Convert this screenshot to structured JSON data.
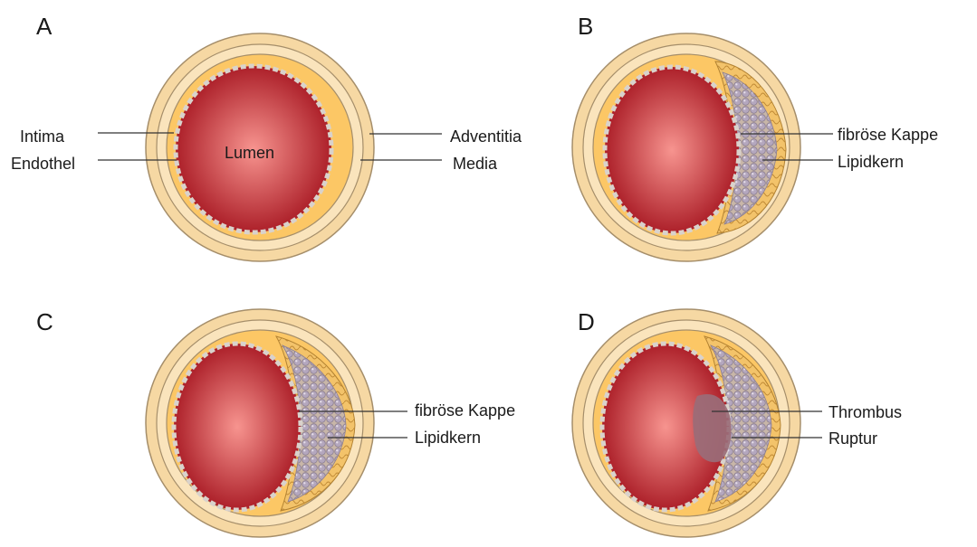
{
  "colors": {
    "adventitia": "#F6D8A3",
    "media": "#FAE4BC",
    "intima": "#FCC765",
    "ring_stroke": "#A58E6A",
    "lumen_center": "#F7948F",
    "lumen_edge": "#A5141F",
    "endothel": "#D9D2CC",
    "lipid": "#B4A7BE",
    "cap": "#F3C36A",
    "thrombus": "#9A6C78"
  },
  "panels": [
    {
      "letter": "A",
      "stage": "normal",
      "lumen_label": "Lumen",
      "left_labels": [
        "Intima",
        "Endothel"
      ],
      "right_labels": [
        "Adventitia",
        "Media"
      ]
    },
    {
      "letter": "B",
      "stage": "fibrous-plaque",
      "right_labels": [
        "fibröse Kappe",
        "Lipidkern"
      ]
    },
    {
      "letter": "C",
      "stage": "large-plaque",
      "right_labels": [
        "fibröse Kappe",
        "Lipidkern"
      ]
    },
    {
      "letter": "D",
      "stage": "ruptured-plaque",
      "right_labels": [
        "Thrombus",
        "Ruptur"
      ]
    }
  ]
}
